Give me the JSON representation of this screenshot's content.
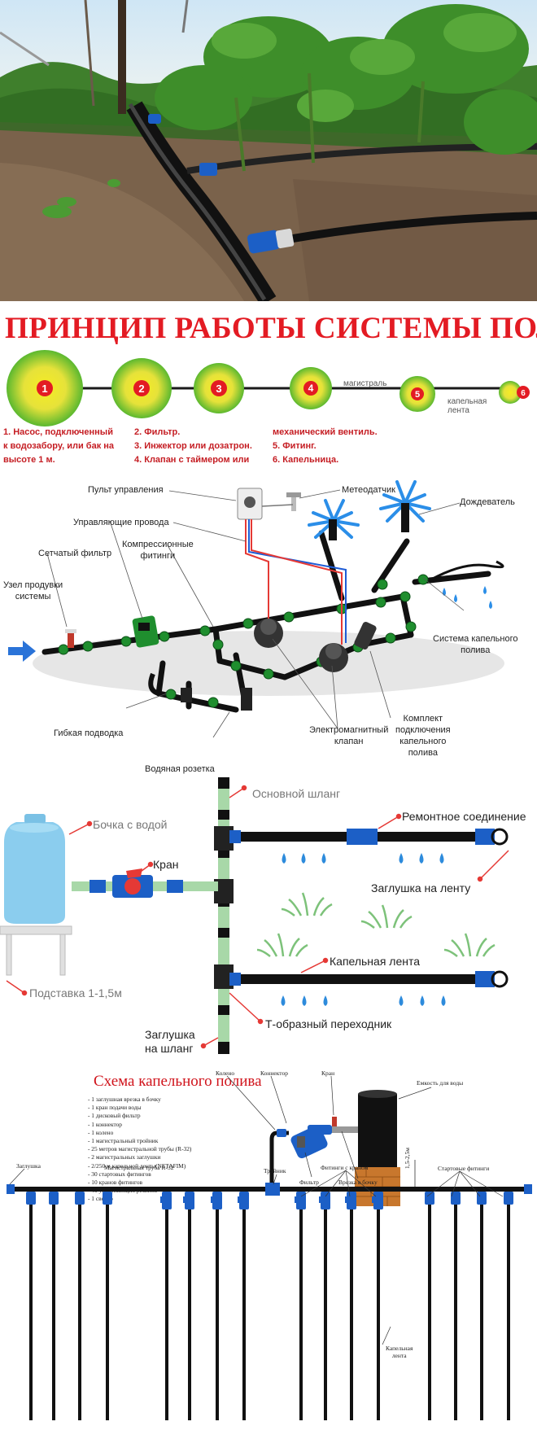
{
  "principle": {
    "title": "ПРИНЦИП РАБОТЫ СИСТЕМЫ ПОЛИВА",
    "steps": [
      "1",
      "2",
      "3",
      "4",
      "5",
      "6"
    ],
    "labels": {
      "main": "магистраль",
      "tape": "капельная\nлента"
    },
    "notes": {
      "n1": "1. Насос, подключенный\nк водозабору, или бак на\nвысоте 1 м.",
      "n2": "2. Фильтр.\n3. Инжектор или дозатрон.\n4. Клапан с таймером или",
      "n3": "механический вентиль.\n5. Фитинг.\n6. Капельница."
    },
    "colors": {
      "title": "#e31b23",
      "circle_outer": "#5bb82f",
      "circle_inner": "#f6ec23",
      "circle_center": "#e31b23"
    }
  },
  "system": {
    "labels": {
      "control": "Пульт управления",
      "meteo": "Метеодатчик",
      "wires": "Управляющие провода",
      "sprinkler": "Дождеватель",
      "mesh_filter": "Сетчатый фильтр",
      "compression": "Компрессионные\nфитинги",
      "purge": "Узел продувки\nсистемы",
      "drip_system": "Система капельного\nполива",
      "flex": "Гибкая подводка",
      "valve": "Электромагнитный\nклапан",
      "kit": "Комплект\nподключения\nкапельного\nполива",
      "socket": "Водяная розетка"
    }
  },
  "barrel_scheme": {
    "labels": {
      "main_hose": "Основной шланг",
      "barrel": "Бочка с водой",
      "repair": "Ремонтное соединение",
      "tap": "Кран",
      "tape_plug": "Заглушка на ленту",
      "stand": "Подставка 1-1,5м",
      "drip_tape": "Капельная лента",
      "tee": "Т-образный переходник",
      "hose_plug": "Заглушка\nна шланг"
    }
  },
  "drip_scheme": {
    "title": "Схема капельного полива",
    "list": [
      "- 1 заглушная врезка в бочку",
      "- 1 кран подачи воды",
      "- 1 дисковый фильтр",
      "- 1 коннектор",
      "- 1 колено",
      "- 1 магистральный тройник",
      "- 25 метров магистральной трубы (R-32)",
      "- 2 магистральных заглушки",
      "- 2/250 м капельной ленты(NETAFIM)",
      "- 30 стартовых фитингов",
      "- 10 кранов фитингов",
      "- 40 уплотняющих резинок",
      "- 1 сверло"
    ],
    "labels": {
      "elbow": "Колено",
      "connector": "Коннектор",
      "tap": "Кран",
      "tank": "Емкость для воды",
      "filter": "Фильтр",
      "insert": "Врезка в бочку",
      "height": "1,5-2,5м",
      "plug": "Заглушка",
      "main_pipe": "Магистральная труба R-32",
      "tee": "Тройник",
      "tap_fittings": "Фитинги с краном",
      "start_fittings": "Стартовые фитинги",
      "drip_tape": "Капельная\nлента"
    }
  }
}
